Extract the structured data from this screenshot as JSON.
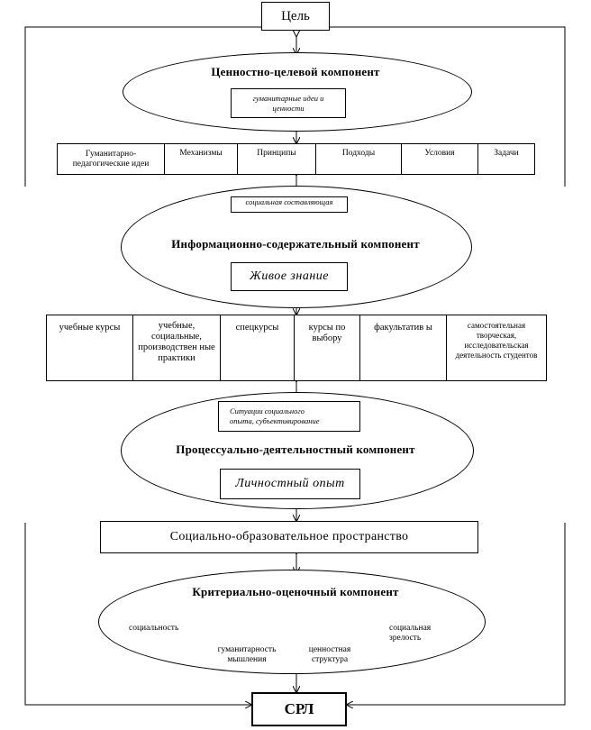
{
  "goal": "Цель",
  "result": "СРЛ",
  "component1": {
    "title": "Ценностно-целевой компонент",
    "inner": "гуманитарные идеи и ценности"
  },
  "row1": [
    "Гуманитарно-педагогические идеи",
    "Механизмы",
    "Принципы",
    "Подходы",
    "Условия",
    "Задачи"
  ],
  "component2": {
    "top": "социальная составляющая",
    "title": "Информационно-содержательный компонент",
    "inner": "Живое знание"
  },
  "row2": [
    "учебные курсы",
    "учебные, социальные, производствен ные практики",
    "спецкурсы",
    "курсы по выбору",
    "факультатив ы",
    "самостоятельная творческая, исследовательская деятельность студентов"
  ],
  "component3": {
    "top": "Ситуации социального опыта, субъективирование",
    "title": "Процессуально-деятельностный компонент",
    "inner": "Личностный опыт"
  },
  "space": "Социально-образовательное пространство",
  "component4": {
    "title": "Критериально-оценочный компонент",
    "criteria": [
      "социальность",
      "гуманитарность мышления",
      "ценностная структура",
      "социальная зрелость"
    ]
  }
}
